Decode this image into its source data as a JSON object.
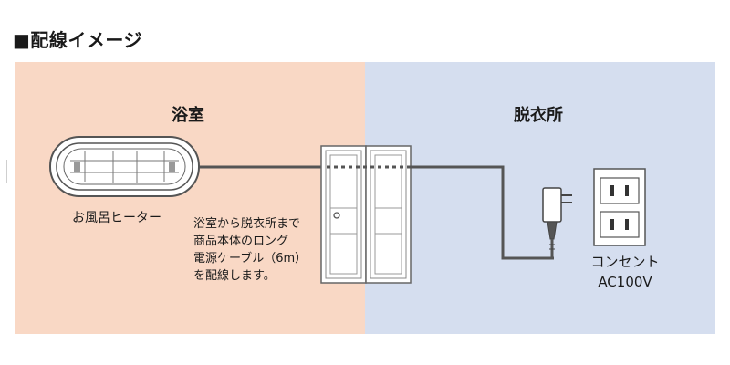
{
  "title": "■配線イメージ",
  "rooms": {
    "bath": {
      "label": "浴室"
    },
    "dressing": {
      "label": "脱衣所"
    }
  },
  "heater": {
    "label": "お風呂ヒーター"
  },
  "note": {
    "lines": [
      "浴室から脱衣所まで",
      "商品本体のロング",
      "電源ケーブル（6m）",
      "を配線します。"
    ]
  },
  "outlet": {
    "line1": "コンセント",
    "line2": "AC100V"
  },
  "colors": {
    "bath_bg": "#f9d8c5",
    "dressing_bg": "#d5deef",
    "cable": "#555555"
  }
}
